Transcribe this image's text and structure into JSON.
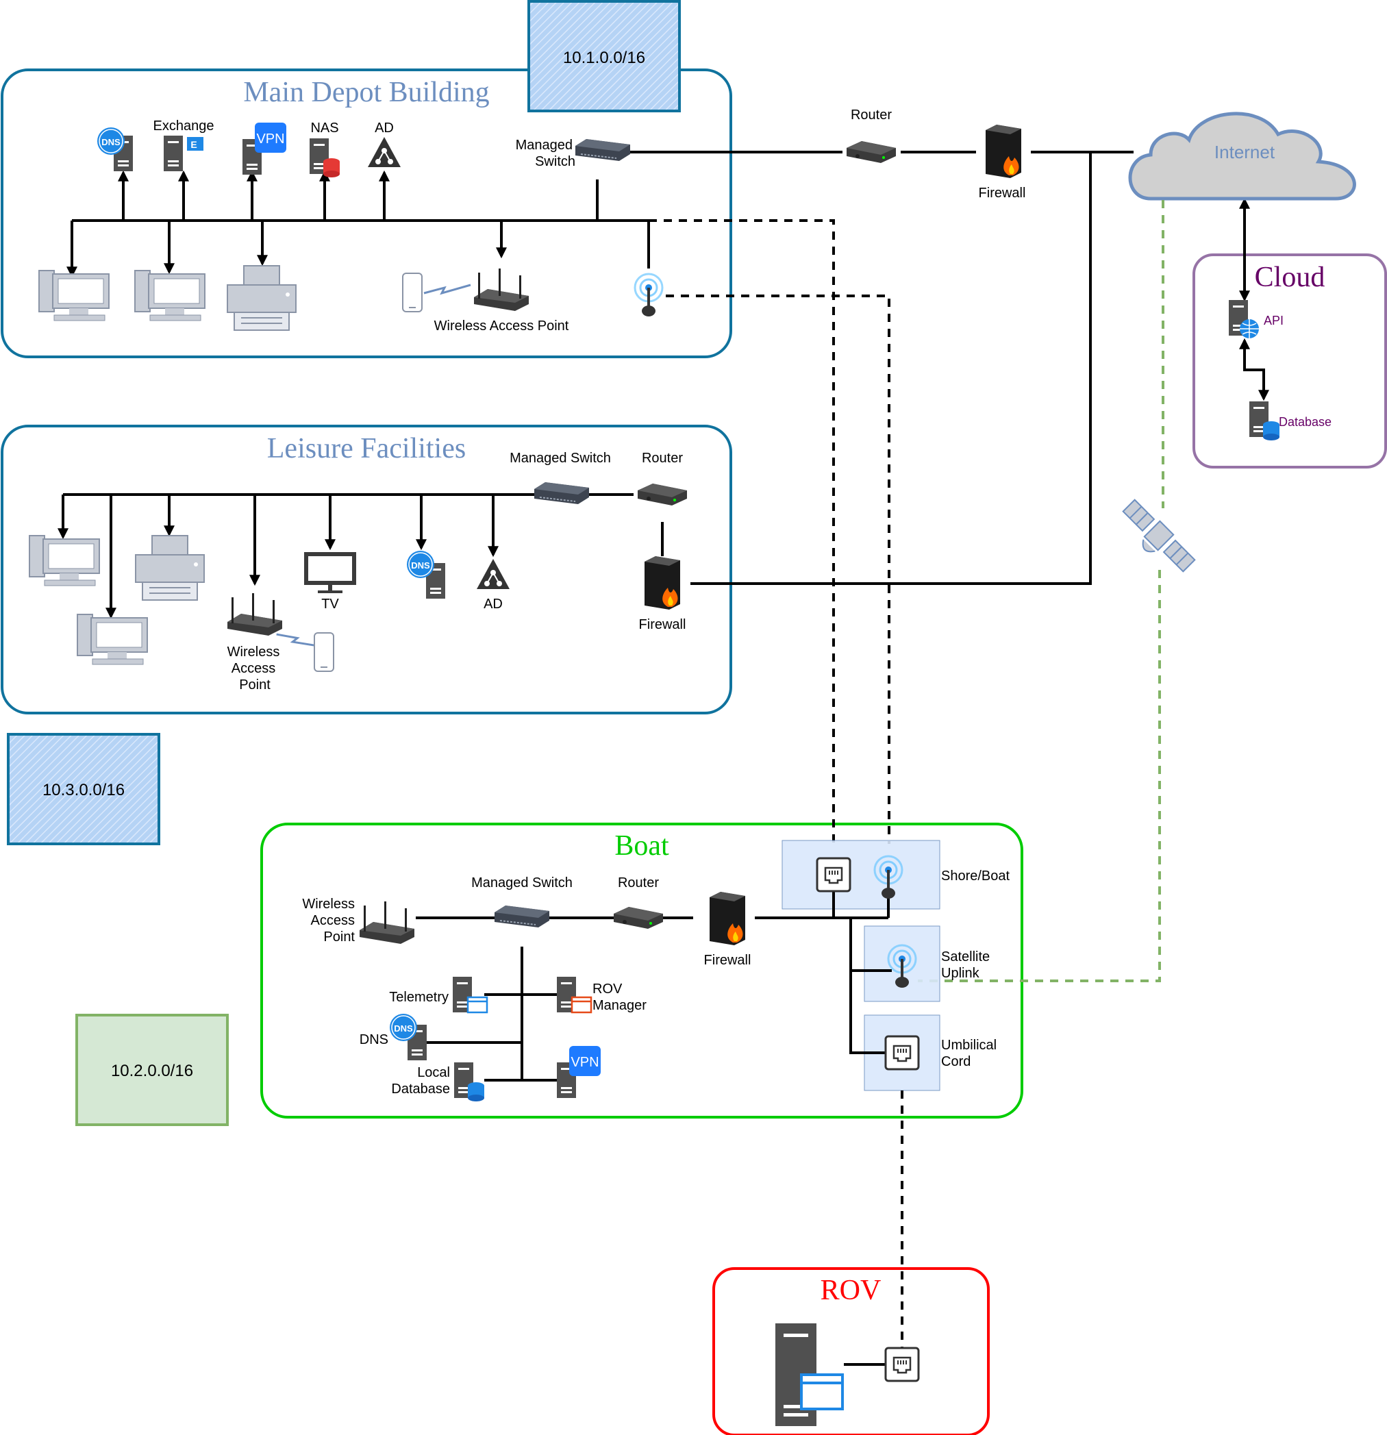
{
  "colors": {
    "main": "#10739e",
    "main_title": "#6c8ebf",
    "boat": "#00cc00",
    "rov": "#ff0000",
    "cloud": "#9673a6",
    "cloud_title": "#660066",
    "subnet_blue": "#dae8fc",
    "subnet_green": "#d5e8d4"
  },
  "subnets": {
    "main": "10.1.0.0/16",
    "leisure": "10.3.0.0/16",
    "boat": "10.2.0.0/16"
  },
  "main_depot": {
    "title": "Main Depot Building",
    "exchange": "Exchange",
    "nas": "NAS",
    "ad": "AD",
    "managed_switch_1": "Managed",
    "managed_switch_2": "Switch",
    "wap": "Wireless Access Point",
    "dns_icon": "DNS",
    "vpn_icon": "VPN",
    "exchange_icon": "E"
  },
  "wan": {
    "router": "Router",
    "firewall": "Firewall",
    "internet": "Internet"
  },
  "cloud": {
    "title": "Cloud",
    "api": "API",
    "database": "Database"
  },
  "leisure": {
    "title": "Leisure Facilities",
    "managed_switch": "Managed Switch",
    "router": "Router",
    "tv": "TV",
    "ad": "AD",
    "firewall": "Firewall",
    "wap_1": "Wireless",
    "wap_2": "Access",
    "wap_3": "Point",
    "dns_icon": "DNS"
  },
  "boat": {
    "title": "Boat",
    "wap_1": "Wireless",
    "wap_2": "Access",
    "wap_3": "Point",
    "managed_switch": "Managed Switch",
    "router": "Router",
    "firewall": "Firewall",
    "telemetry": "Telemetry",
    "rov_manager_1": "ROV",
    "rov_manager_2": "Manager",
    "dns": "DNS",
    "local_db_1": "Local",
    "local_db_2": "Database",
    "shore_boat": "Shore/Boat",
    "satellite_1": "Satellite",
    "satellite_2": "Uplink",
    "umbilical_1": "Umbilical",
    "umbilical_2": "Cord",
    "dns_icon": "DNS",
    "vpn_icon": "VPN"
  },
  "rov": {
    "title": "ROV"
  }
}
